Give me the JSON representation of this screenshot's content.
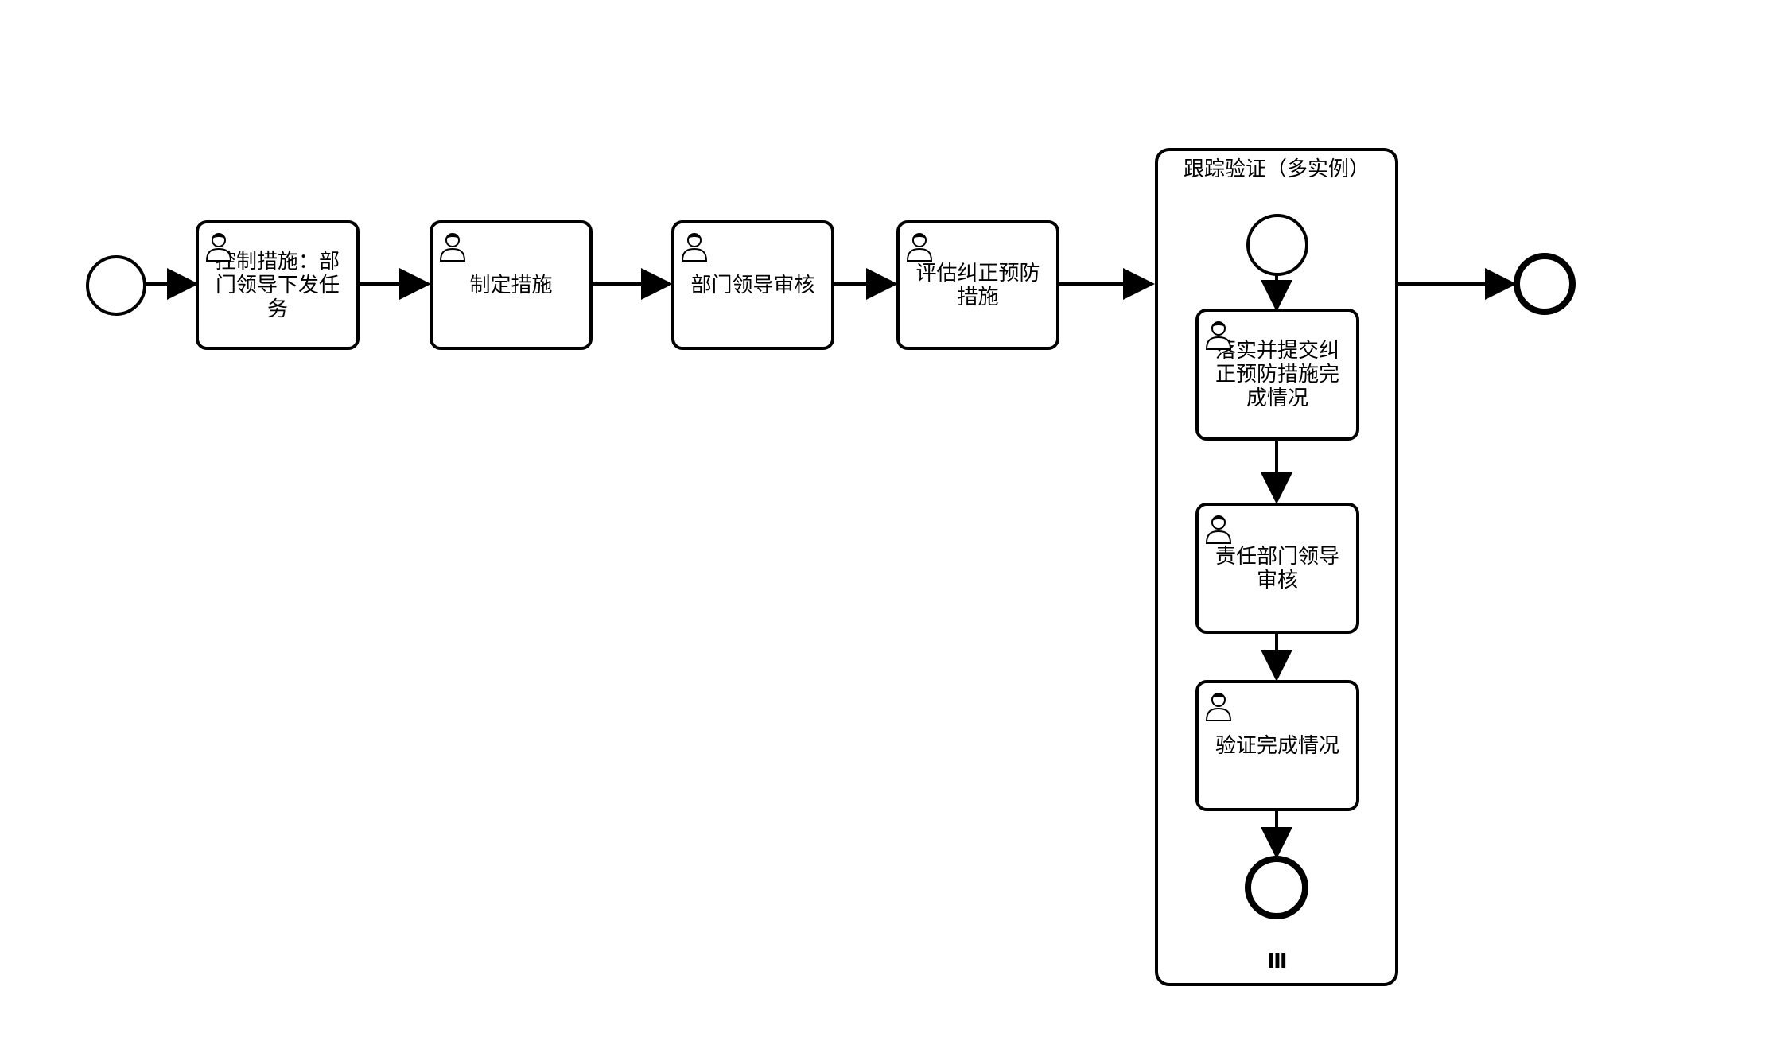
{
  "diagram": {
    "tasks": [
      {
        "id": "t1",
        "label": "控制措施：部门领导下发任务"
      },
      {
        "id": "t2",
        "label": "制定措施"
      },
      {
        "id": "t3",
        "label": "部门领导审核"
      },
      {
        "id": "t4",
        "label": "评估纠正预防措施"
      },
      {
        "id": "s1",
        "label": "落实并提交纠正预防措施完成情况"
      },
      {
        "id": "s2",
        "label": "责任部门领导审核"
      },
      {
        "id": "s3",
        "label": "验证完成情况"
      }
    ],
    "subprocess": {
      "title": "跟踪验证（多实例）",
      "marker": "III"
    }
  }
}
